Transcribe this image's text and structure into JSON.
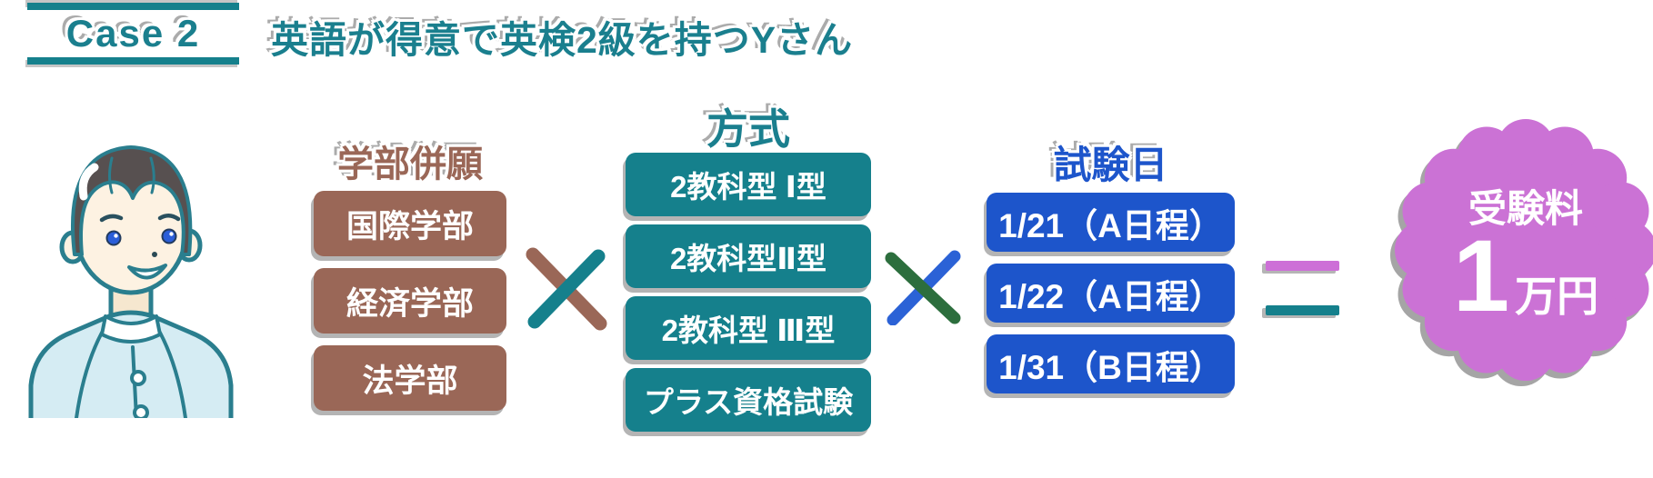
{
  "case_label": "Case 2",
  "title": "英語が得意で英検2級を持つYさん",
  "columns": [
    {
      "id": "faculties",
      "header": "学部併願",
      "color": "#9a6757",
      "items": [
        "国際学部",
        "経済学部",
        "法学部"
      ]
    },
    {
      "id": "methods",
      "header": "方式",
      "color": "#15808c",
      "items": [
        "2教科型 Ⅰ型",
        "2教科型Ⅱ型",
        "2教科型 Ⅲ型",
        "プラス資格試験"
      ]
    },
    {
      "id": "dates",
      "header": "試験日",
      "color": "#1d55cb",
      "items": [
        "1/21（A日程）",
        "1/22（A日程）",
        "1/31（B日程）"
      ]
    }
  ],
  "formula": {
    "multiply_1": "×",
    "multiply_2": "×",
    "equals": "="
  },
  "result_badge": {
    "label": "受験料",
    "amount": "1",
    "unit": "万円",
    "color": "#cb72d5"
  },
  "colors": {
    "teal": "#15808c",
    "teal_text": "#1a7f8e",
    "brown": "#9a6757",
    "blue": "#1d55cb",
    "pink": "#cb72d5",
    "green": "#2c6e3d",
    "shadow_gray": "#8c8c8c"
  }
}
